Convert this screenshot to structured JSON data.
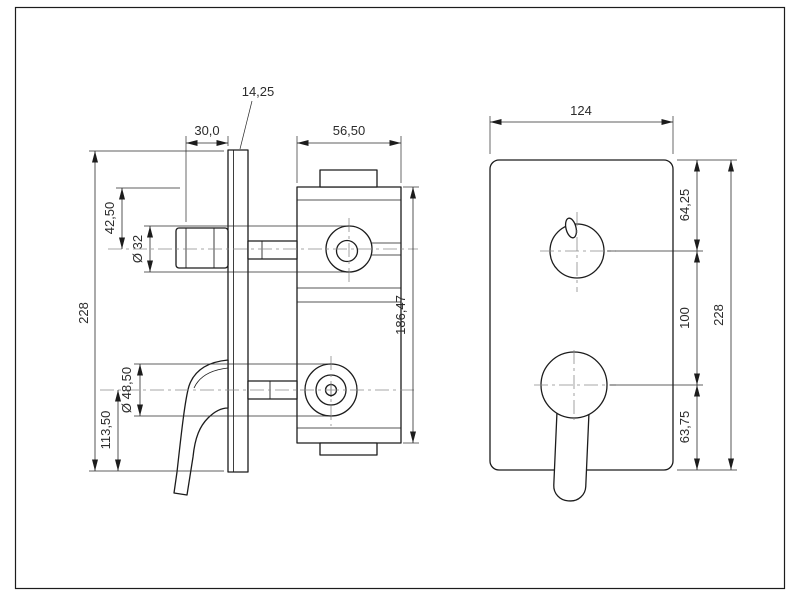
{
  "meta": {
    "background_color": "#ffffff",
    "line_color": "#1c1c1c",
    "dimension_color": "#2b2b2b",
    "drawing_type": "shower-mixer-valve-dimension-drawing"
  },
  "side_view": {
    "dims": {
      "plate_thickness": "14,25",
      "knob_projection": "30,0",
      "body_depth": "56,50",
      "plate_height": "228",
      "top_to_diverter": "42,50",
      "diverter_diameter": "Ø 32",
      "handle_port_diameter": "Ø 48,50",
      "handle_to_bottom": "113,50",
      "body_height": "186,47"
    }
  },
  "front_view": {
    "dims": {
      "plate_width": "124",
      "top_to_diverter": "64,25",
      "diverter_to_handle": "100",
      "handle_to_bottom": "63,75",
      "plate_height": "228"
    }
  }
}
